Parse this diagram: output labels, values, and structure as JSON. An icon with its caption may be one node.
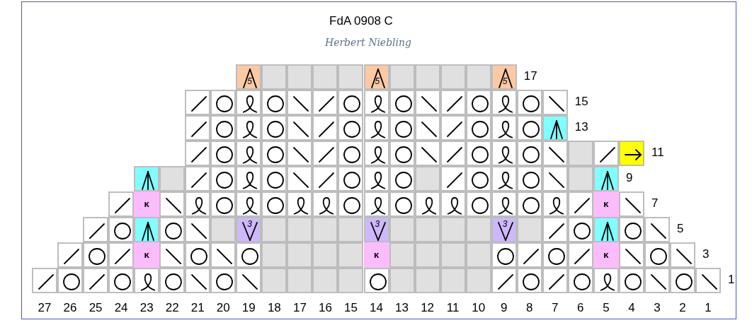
{
  "diagram": {
    "title": "FdA 0908 C",
    "labels": [
      "Herbert Niebling",
      "5",
      "5",
      "5",
      "17",
      "15",
      "13",
      "11",
      "9",
      "κ",
      "κ",
      "7",
      "3",
      "3",
      "3",
      "5",
      "κ",
      "κ",
      "κ",
      "3",
      "1",
      "27",
      "26",
      "25",
      "24",
      "23",
      "22",
      "21",
      "20",
      "19",
      "18",
      "17",
      "16",
      "15",
      "14",
      "13",
      "12",
      "11",
      "10",
      "9",
      "8",
      "7",
      "6",
      "5",
      "4",
      "3",
      "2",
      "1"
    ]
  }
}
